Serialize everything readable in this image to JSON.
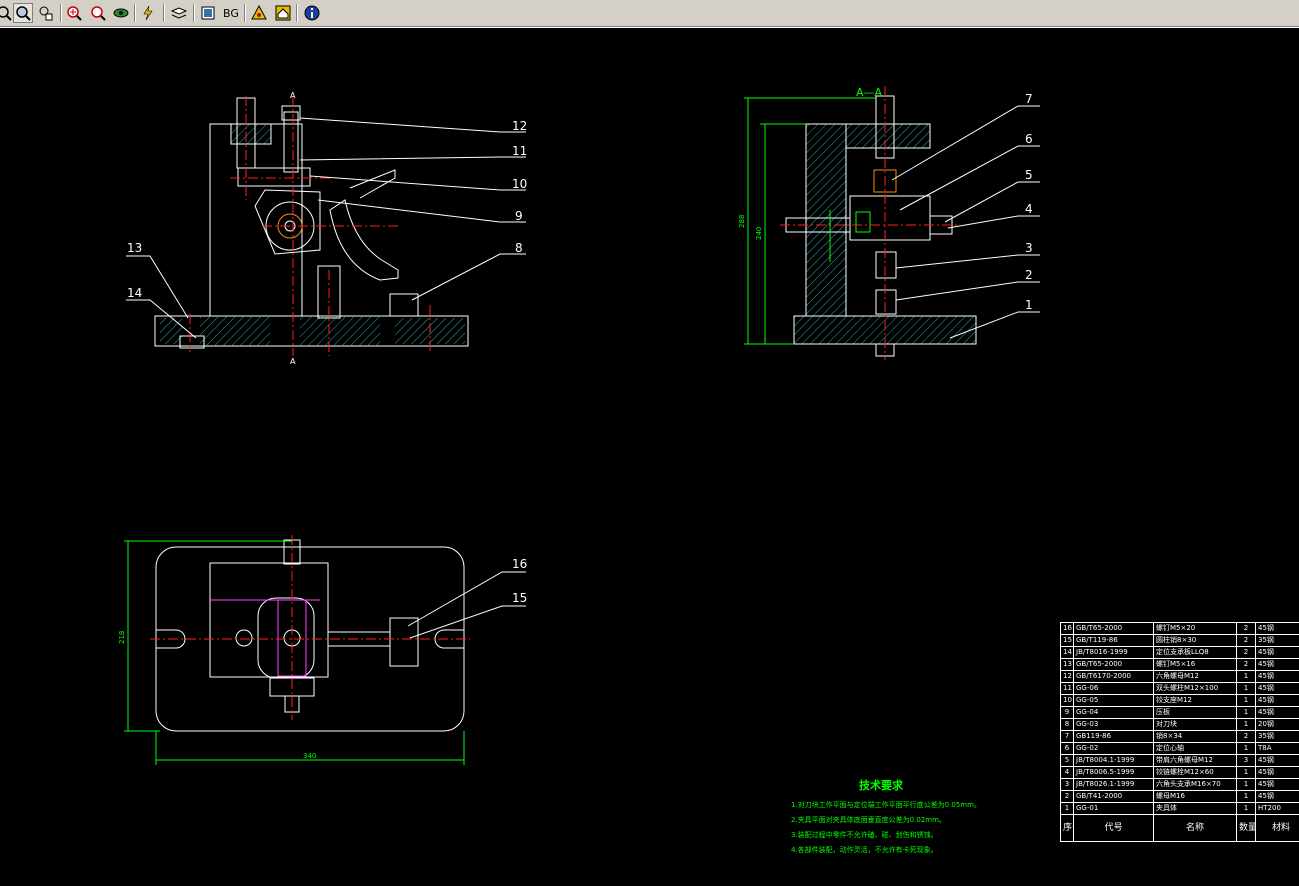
{
  "toolbar": {
    "buttons": [
      {
        "name": "zoom-tool-icon",
        "glyph": "🔍"
      },
      {
        "name": "zoom-window-icon",
        "glyph": "🔍"
      },
      {
        "name": "pan-hand-icon",
        "glyph": "✋"
      },
      {
        "name": "zoom-in-icon",
        "glyph": "⊕"
      },
      {
        "name": "zoom-extents-icon",
        "glyph": "⊙"
      },
      {
        "name": "view-eye-icon",
        "glyph": "👁"
      },
      {
        "name": "lightning-icon",
        "glyph": "⚡"
      },
      {
        "name": "layers-icon",
        "glyph": "≋"
      },
      {
        "name": "frame-icon",
        "glyph": "▣"
      },
      {
        "name": "background-button",
        "glyph": "BG"
      },
      {
        "name": "measure-icon",
        "glyph": "⚠"
      },
      {
        "name": "home-icon",
        "glyph": "⌂"
      },
      {
        "name": "info-icon",
        "glyph": "ℹ"
      }
    ]
  },
  "drawing": {
    "front_view_balloons": [
      "12",
      "11",
      "10",
      "9",
      "8",
      "13",
      "14"
    ],
    "side_view_title": "A—A",
    "side_view_balloons": [
      "7",
      "6",
      "5",
      "4",
      "3",
      "2",
      "1"
    ],
    "side_dims": [
      "288",
      "240"
    ],
    "top_view_balloons": [
      "16",
      "15"
    ],
    "top_dims": [
      "340",
      "218"
    ],
    "section_marks": [
      "A",
      "A"
    ]
  },
  "tech_notes": {
    "title": "技术要求",
    "lines": [
      "1.对刀块工作平面与定位端工作平面平行度公差为0.05mm。",
      "2.夹具平面对夹具体底面垂直度公差为0.02mm。",
      "3.装配过程中零件不允许磕、碰、划伤和锈蚀。",
      "4.各部件装配，动作灵活，不允许有卡死现象。"
    ]
  },
  "bom": {
    "rows": [
      [
        "16",
        "GB/T65-2000",
        "螺钉M5×20",
        "2",
        "45钢"
      ],
      [
        "15",
        "GB/T119-86",
        "圆柱销8×30",
        "2",
        "35钢"
      ],
      [
        "14",
        "JB/T8016-1999",
        "定位支承板LLQ8",
        "2",
        "45钢"
      ],
      [
        "13",
        "GB/T65-2000",
        "螺钉M5×16",
        "2",
        "45钢"
      ],
      [
        "12",
        "GB/T6170-2000",
        "六角螺母M12",
        "1",
        "45钢"
      ],
      [
        "11",
        "GG-06",
        "双头螺柱M12×100",
        "1",
        "45钢"
      ],
      [
        "10",
        "GG-05",
        "铰支座M12",
        "1",
        "45钢"
      ],
      [
        "9",
        "GG-04",
        "压板",
        "1",
        "45钢"
      ],
      [
        "8",
        "GG-03",
        "对刀块",
        "1",
        "20钢"
      ],
      [
        "7",
        "GB119-86",
        "销8×34",
        "2",
        "35钢"
      ],
      [
        "6",
        "GG-02",
        "定位心轴",
        "1",
        "T8A"
      ],
      [
        "5",
        "JB/T8004.1-1999",
        "带肩六角螺母M12",
        "3",
        "45钢"
      ],
      [
        "4",
        "JB/T8006.5-1999",
        "铰链螺栓M12×60",
        "1",
        "45钢"
      ],
      [
        "3",
        "JB/T8026.1-1999",
        "六角头支承M16×70",
        "1",
        "45钢"
      ],
      [
        "2",
        "GB/T41-2000",
        "螺母M16",
        "1",
        "45钢"
      ],
      [
        "1",
        "GG-01",
        "夹具体",
        "1",
        "HT200"
      ]
    ],
    "header": [
      "序号",
      "代号",
      "名称",
      "数量",
      "材料"
    ]
  }
}
